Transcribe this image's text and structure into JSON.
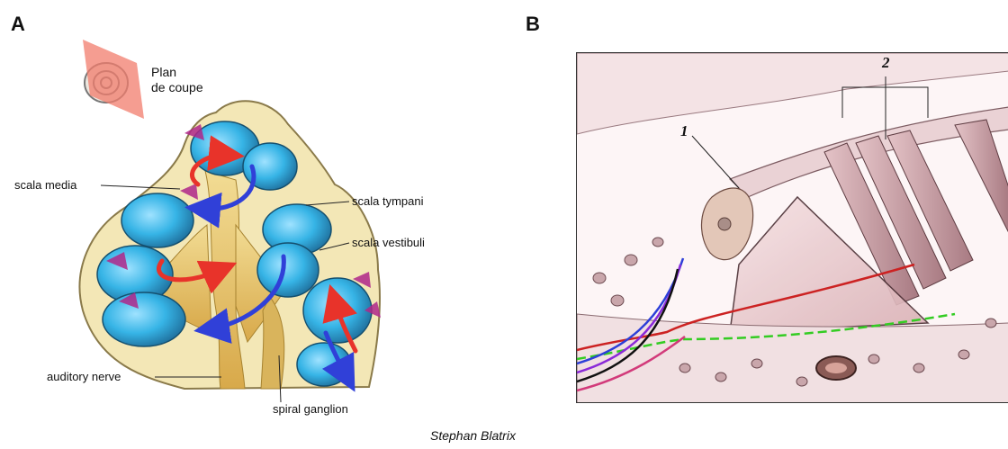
{
  "panels": {
    "a_letter": "A",
    "b_letter": "B"
  },
  "panel_a": {
    "plane_label": "Plan\nde coupe",
    "labels": {
      "scala_media": "scala media",
      "scala_tympani": "scala tympani",
      "scala_vestibuli": "scala vestibuli",
      "auditory_nerve": "auditory nerve",
      "spiral_ganglion": "spiral ganglion"
    }
  },
  "panel_b": {
    "marker_1": "1",
    "marker_2": "2"
  },
  "credit": "Stephan Blatrix",
  "colors": {
    "scala": "#36b4e6",
    "bone": "#f3e7b6",
    "nerve": "#e6c46a",
    "arrow_red": "#e8332a",
    "arrow_blue": "#3040d8",
    "tissue": "#e8c9cc"
  }
}
